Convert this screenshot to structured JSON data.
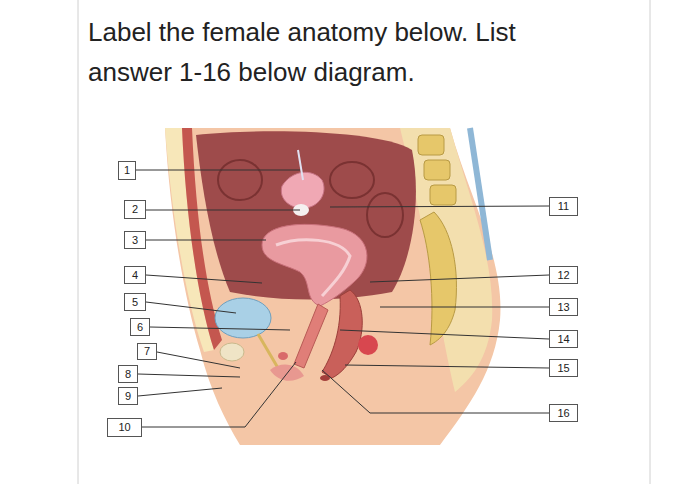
{
  "diagram": {
    "title": "Label the female anatomy below. List answer 1-16 below diagram.",
    "nodes": [
      {
        "text": [
          "1"
        ]
      },
      {
        "text": [
          "2"
        ]
      },
      {
        "text": [
          "3"
        ]
      },
      {
        "text": [
          "4"
        ]
      },
      {
        "text": [
          "5"
        ]
      },
      {
        "text": [
          "6"
        ]
      },
      {
        "text": [
          "7"
        ]
      },
      {
        "text": [
          "8"
        ]
      },
      {
        "text": [
          "9"
        ]
      },
      {
        "text": [
          "10"
        ]
      },
      {
        "text": [
          "11"
        ]
      },
      {
        "text": [
          "12"
        ]
      },
      {
        "text": [
          "13"
        ]
      },
      {
        "text": [
          "14"
        ]
      },
      {
        "text": [
          "15"
        ]
      },
      {
        "text": [
          "16"
        ]
      }
    ]
  }
}
